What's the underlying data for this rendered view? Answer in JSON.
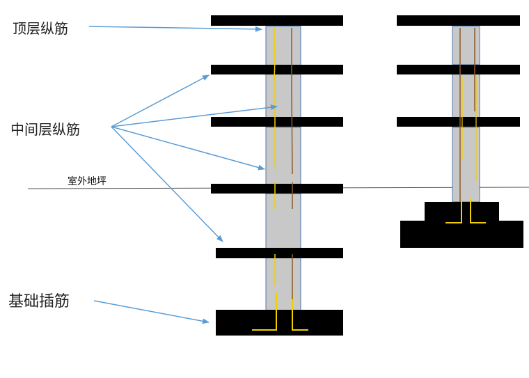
{
  "labels": {
    "top_longitudinal": "顶层纵筋",
    "middle_longitudinal": "中间层纵筋",
    "outdoor_ground": "室外地坪",
    "foundation_dowel": "基础插筋"
  },
  "colors": {
    "slab": "#000000",
    "column_fill": "#c8c8c8",
    "column_edge": "#4a78b0",
    "rebar_yellow": "#f0d000",
    "rebar_brown": "#8b5a2b",
    "arrow": "#5b9bd5",
    "ground_line": "#555555"
  }
}
